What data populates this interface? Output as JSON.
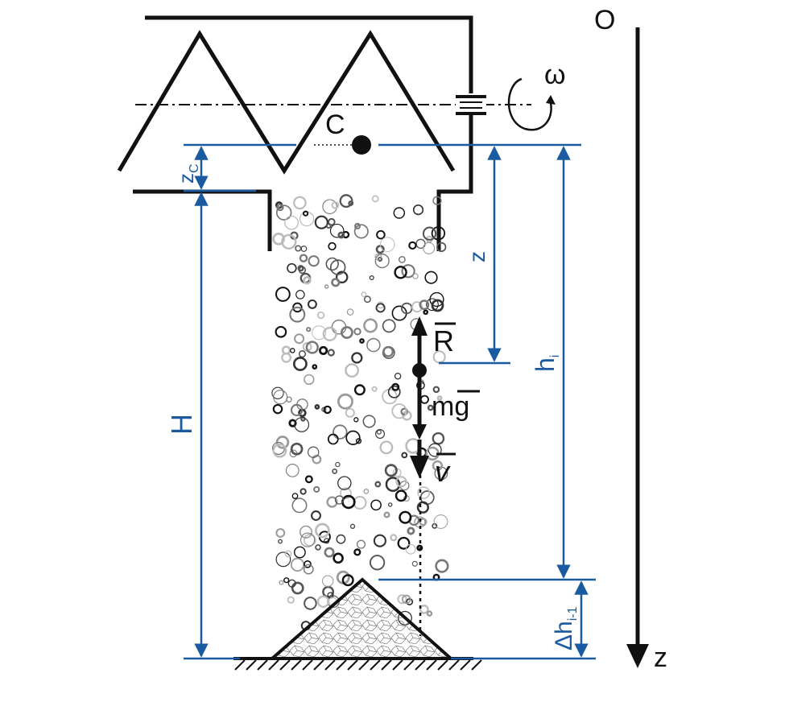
{
  "labels": {
    "origin": "O",
    "z_axis": "z",
    "omega": "ω",
    "center": "C",
    "zc_main": "z",
    "zc_sub": "C",
    "z_dim": "z",
    "h_main": "h",
    "h_sub": "i",
    "H": "H",
    "R": "R",
    "mg": "mg",
    "v": "v",
    "dh_main": "Δh",
    "dh_sub": "i-1"
  },
  "colors": {
    "ink": "#111111",
    "dimension": "#1a5aa0"
  }
}
